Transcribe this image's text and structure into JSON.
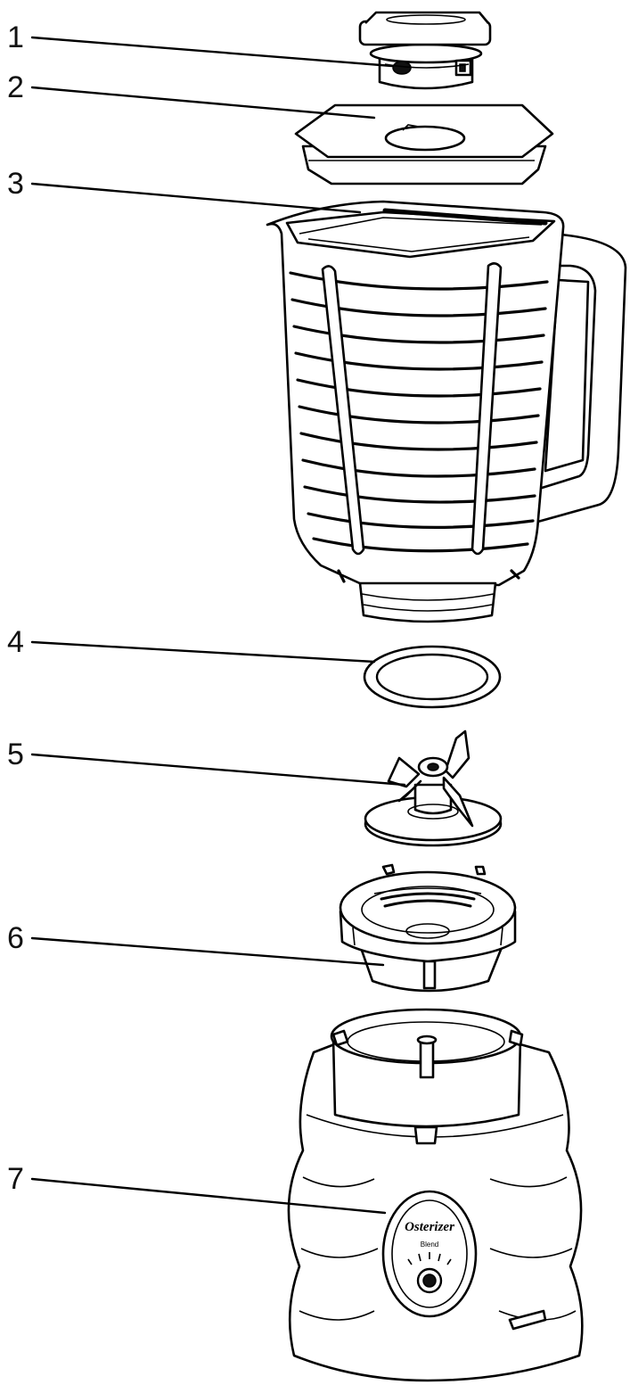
{
  "callouts": [
    "1",
    "2",
    "3",
    "4",
    "5",
    "6",
    "7"
  ],
  "control_panel": {
    "brand": "Osterizer",
    "dial_label": "Blend"
  }
}
